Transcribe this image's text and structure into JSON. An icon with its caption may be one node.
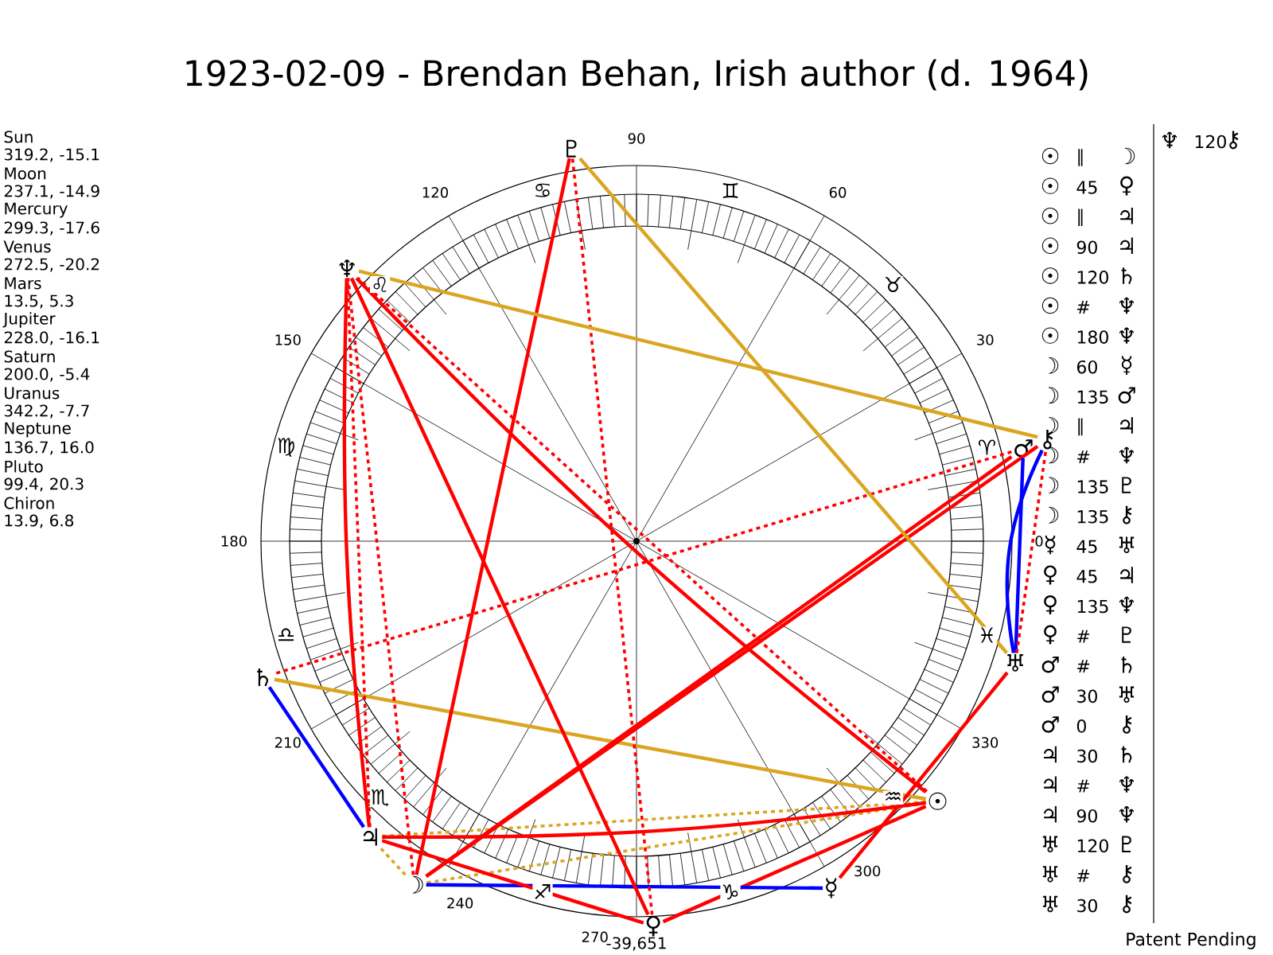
{
  "diagram": {
    "title": "1923-02-09 - Brendan Behan, Irish author (d. 1964)",
    "nodes": [
      {
        "text": [
          "☉"
        ]
      },
      {
        "text": [
          "☽"
        ]
      },
      {
        "text": [
          "☿"
        ]
      },
      {
        "text": [
          "♀"
        ]
      },
      {
        "text": [
          "♂"
        ]
      },
      {
        "text": [
          "♃"
        ]
      },
      {
        "text": [
          "♄"
        ]
      },
      {
        "text": [
          "♅"
        ]
      },
      {
        "text": [
          "♆"
        ]
      },
      {
        "text": [
          "♇"
        ]
      },
      {
        "text": [
          "⚷"
        ]
      }
    ],
    "edges": [
      {
        "from": 0,
        "to": 1,
        "arrow": "none",
        "style": "dashed",
        "color": "#daa520"
      },
      {
        "from": 0,
        "to": 3,
        "arrow": "none"
      },
      {
        "from": 0,
        "to": 5,
        "arrow": "none",
        "style": "dashed",
        "color": "#daa520"
      },
      {
        "from": 0,
        "to": 5,
        "arrow": "none"
      },
      {
        "from": 0,
        "to": 6,
        "arrow": "none",
        "color": "#daa520"
      },
      {
        "from": 0,
        "to": 8,
        "arrow": "none",
        "style": "dashed"
      },
      {
        "from": 0,
        "to": 8,
        "arrow": "none"
      },
      {
        "from": 1,
        "to": 2,
        "arrow": "none",
        "color": "#0000ff"
      },
      {
        "from": 1,
        "to": 4,
        "arrow": "none"
      },
      {
        "from": 1,
        "to": 5,
        "arrow": "none",
        "style": "dashed",
        "color": "#daa520"
      },
      {
        "from": 1,
        "to": 8,
        "arrow": "none",
        "style": "dashed"
      },
      {
        "from": 1,
        "to": 9,
        "arrow": "none"
      },
      {
        "from": 1,
        "to": 10,
        "arrow": "none"
      },
      {
        "from": 2,
        "to": 7,
        "arrow": "none"
      },
      {
        "from": 3,
        "to": 5,
        "arrow": "none"
      },
      {
        "from": 3,
        "to": 8,
        "arrow": "none"
      },
      {
        "from": 3,
        "to": 9,
        "arrow": "none",
        "style": "dashed"
      },
      {
        "from": 4,
        "to": 6,
        "arrow": "none",
        "style": "dashed"
      },
      {
        "from": 4,
        "to": 7,
        "arrow": "none",
        "color": "#0000ff"
      },
      {
        "from": 5,
        "to": 6,
        "arrow": "none",
        "color": "#0000ff"
      },
      {
        "from": 5,
        "to": 8,
        "arrow": "none",
        "style": "dashed"
      },
      {
        "from": 5,
        "to": 8,
        "arrow": "none"
      },
      {
        "from": 7,
        "to": 9,
        "arrow": "none",
        "color": "#daa520"
      },
      {
        "from": 7,
        "to": 10,
        "arrow": "none",
        "style": "dashed"
      },
      {
        "from": 7,
        "to": 10,
        "arrow": "none",
        "color": "#0000ff"
      },
      {
        "from": 8,
        "to": 10,
        "arrow": "none",
        "color": "#daa520"
      }
    ],
    "labels": [
      "Sun",
      "319.2, -15.1",
      "Moon",
      "237.1, -14.9",
      "Mercury",
      "299.3, -17.6",
      "Venus",
      "272.5, -20.2",
      "Mars",
      "13.5, 5.3",
      "Jupiter",
      "228.0, -16.1",
      "Saturn",
      "200.0, -5.4",
      "Uranus",
      "342.2, -7.7",
      "Neptune",
      "136.7, 16.0",
      "Pluto",
      "99.4, 20.3",
      "Chiron",
      "13.9, 6.8",
      "90",
      "120",
      "60",
      "150",
      "30",
      "180",
      "0",
      "210",
      "330",
      "240",
      "300",
      "270",
      "♋",
      "♊",
      "♌",
      "♉",
      "♍",
      "♈",
      "♎",
      "♓",
      "♏",
      "♒",
      "♐",
      "♑",
      "-39,651",
      "☉",
      "∥",
      "☽",
      "☉",
      "45",
      "♀",
      "☉",
      "∥",
      "♃",
      "☉",
      "90",
      "♃",
      "☉",
      "120",
      "♄",
      "☉",
      "#",
      "♆",
      "☉",
      "180",
      "♆",
      "☽",
      "60",
      "☿",
      "☽",
      "135",
      "♂",
      "☽",
      "∥",
      "♃",
      "☽",
      "#",
      "♆",
      "☽",
      "135",
      "♇",
      "☽",
      "135",
      "⚷",
      "☿",
      "45",
      "♅",
      "♀",
      "45",
      "♃",
      "♀",
      "135",
      "♆",
      "♀",
      "#",
      "♇",
      "♂",
      "#",
      "♄",
      "♂",
      "30",
      "♅",
      "♂",
      "0",
      "⚷",
      "♃",
      "30",
      "♄",
      "♃",
      "#",
      "♆",
      "♃",
      "90",
      "♆",
      "♅",
      "120",
      "♇",
      "♅",
      "#",
      "⚷",
      "♅",
      "30",
      "⚷",
      "♆",
      "120",
      "⚷",
      "Patent Pending"
    ]
  }
}
